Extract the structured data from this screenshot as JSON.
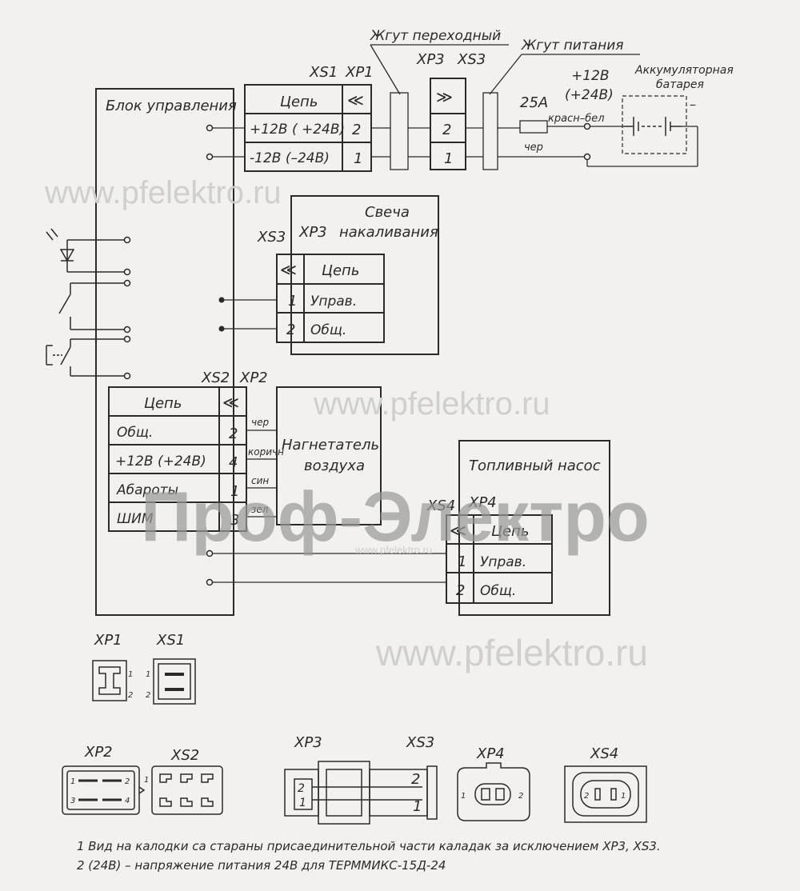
{
  "control_unit": {
    "title": "Блок управления"
  },
  "harness": {
    "adapter": "Жгут переходный",
    "power": "Жгут питания"
  },
  "connectors": {
    "xs1": "XS1",
    "xp1": "XP1",
    "xp3": "XP3",
    "xs3": "XS3",
    "xs2": "XS2",
    "xp2": "XP2",
    "xs4": "XS4",
    "xp4": "XP4"
  },
  "power_table": {
    "header": "Цепь",
    "rows": [
      {
        "circuit": "+12В ( +24В)",
        "pin": "2"
      },
      {
        "circuit": "-12В (–24В)",
        "pin": "1"
      }
    ],
    "plug_pins": [
      "2",
      "1"
    ]
  },
  "fuse": {
    "rating": "25А"
  },
  "battery": {
    "label_line1": "Аккумуляторная",
    "label_line2": "батарея",
    "voltage_line1": "+12В",
    "voltage_line2": "(+24В)",
    "minus": "–"
  },
  "wire_colors": {
    "red_white": "красн–бел",
    "black": "чер",
    "black2": "чер",
    "brown": "коричн",
    "blue": "син",
    "green": "зел"
  },
  "glow_plug": {
    "title_line1": "Свеча",
    "title_line2": "накаливания",
    "header": "Цепь",
    "rows": [
      {
        "pin": "1",
        "circuit": "Управ."
      },
      {
        "pin": "2",
        "circuit": "Общ."
      }
    ]
  },
  "xs2_table": {
    "header": "Цепь",
    "rows": [
      {
        "circuit": "Общ.",
        "pin": "2"
      },
      {
        "circuit": "+12В (+24В)",
        "pin": "4"
      },
      {
        "circuit": "Абароты",
        "pin": "1"
      },
      {
        "circuit": "ШИМ",
        "pin": "3"
      }
    ]
  },
  "blower": {
    "title_line1": "Нагнетатель",
    "title_line2": "воздуха"
  },
  "fuel_pump": {
    "title": "Топливный насос",
    "header": "Цепь",
    "rows": [
      {
        "pin": "1",
        "circuit": "Управ."
      },
      {
        "pin": "2",
        "circuit": "Общ."
      }
    ]
  },
  "pinouts": {
    "xp1": "XP1",
    "xs1": "XS1",
    "xp2": "XP2",
    "xs2": "XS2",
    "xp3": "XP3",
    "xs3": "XS3",
    "xp4": "XP4",
    "xs4": "XS4",
    "pin1": "1",
    "pin2": "2",
    "pin3": "3",
    "pin4": "4"
  },
  "notes": {
    "line1": "1 Вид на калодки са стараны присаединительной части каладак за исключением ХР3, XS3.",
    "line2": "2 (24В) – напряжение питания 24В для ТЕРММИКС-15Д-24"
  },
  "watermarks": {
    "url": "www.pfelektro.ru",
    "brand": "Проф-Электро"
  },
  "connector_symbol": "≪",
  "plug_symbol": "≫"
}
